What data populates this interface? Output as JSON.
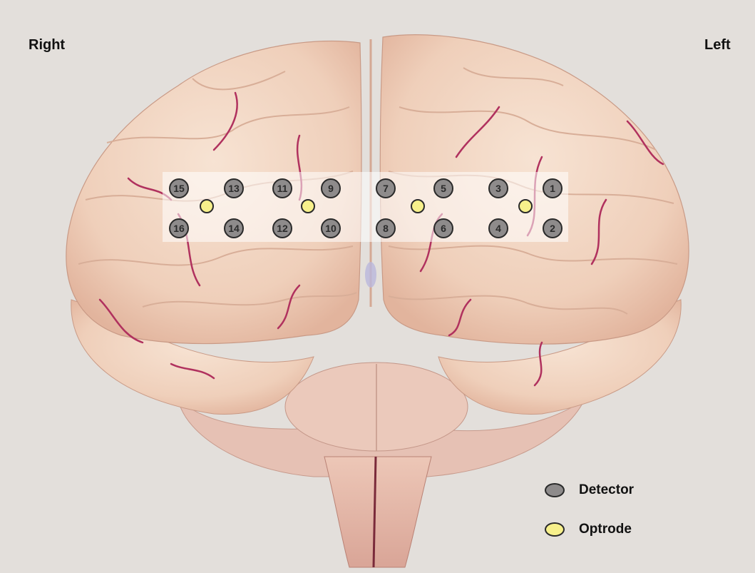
{
  "labels": {
    "right": "Right",
    "left": "Left"
  },
  "colors": {
    "background": "#e3dfdb",
    "brain": "#f1d8c6",
    "sulcus": "#b0315e",
    "detector": "#8e8b8b",
    "optrode": "#f7f08b"
  },
  "detectors": [
    "15",
    "13",
    "11",
    "9",
    "7",
    "5",
    "3",
    "1",
    "16",
    "14",
    "12",
    "10",
    "8",
    "6",
    "4",
    "2"
  ],
  "optrode_count": 4,
  "legend": {
    "detector_label": "Detector",
    "optrode_label": "Optrode"
  }
}
